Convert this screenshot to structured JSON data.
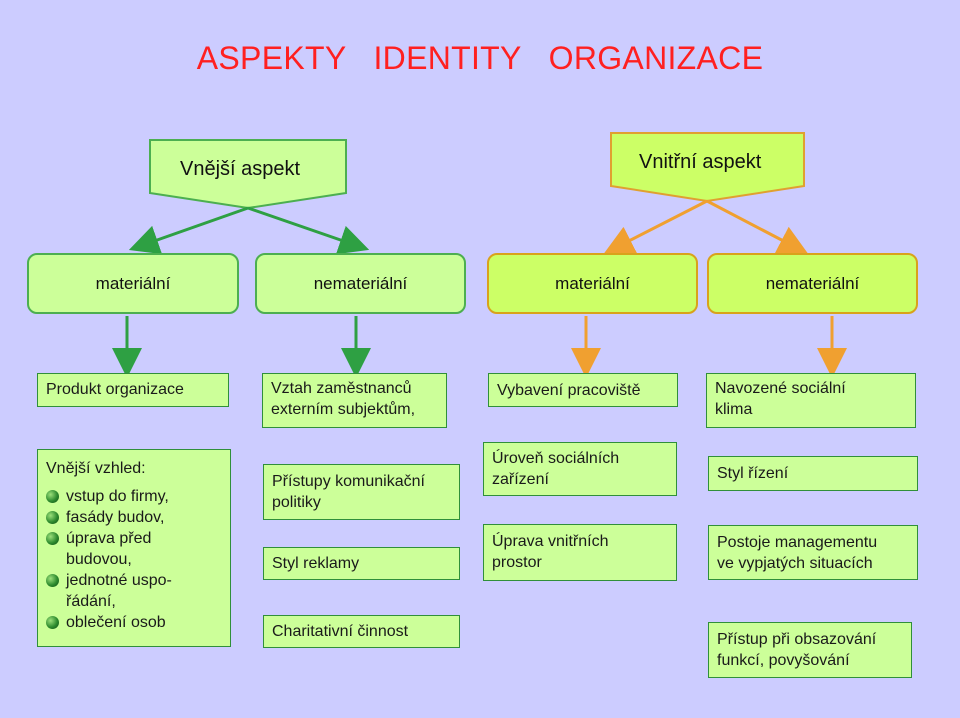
{
  "title": "ASPEKTY   IDENTITY   ORGANIZACE",
  "aspects": {
    "outer": "Vnější  aspekt",
    "inner": "Vnitřní  aspekt"
  },
  "categories": {
    "c1": "materiální",
    "c2": "nemateriální",
    "c3": "materiální",
    "c4": "nemateriální"
  },
  "headers": {
    "h1": "Produkt organizace",
    "h2_line1": "Vztah zaměstnanců",
    "h2_line2": "externím subjektům,",
    "h3": "Vybavení pracoviště",
    "h4_line1": "Navozené sociální",
    "h4_line2": "klima"
  },
  "col1": {
    "heading": "Vnější vzhled:",
    "b1": "vstup do firmy,",
    "b2": "fasády budov,",
    "b3": "úprava před",
    "b3_cont": "budovou,",
    "b4": "jednotné uspo-",
    "b4_cont": "řádání,",
    "b5": "oblečení osob"
  },
  "col2": {
    "box1_line1": "Přístupy komunikační",
    "box1_line2": "politiky",
    "box2": "Styl reklamy",
    "box3": "Charitativní činnost"
  },
  "col3": {
    "box1_line1": "Úroveň sociálních",
    "box1_line2": "zařízení",
    "box2_line1": "Úprava vnitřních",
    "box2_line2": "prostor"
  },
  "col4": {
    "box1": "Styl řízení",
    "box2_line1": "Postoje managementu",
    "box2_line2": "ve vypjatých situacích",
    "box3_line1": "Přístup při obsazování",
    "box3_line2": "funkcí, povyšování"
  },
  "colors": {
    "background": "#ccccff",
    "title": "#ff2020",
    "green_arrow": "#2ea043",
    "orange_arrow": "#f0a030"
  }
}
